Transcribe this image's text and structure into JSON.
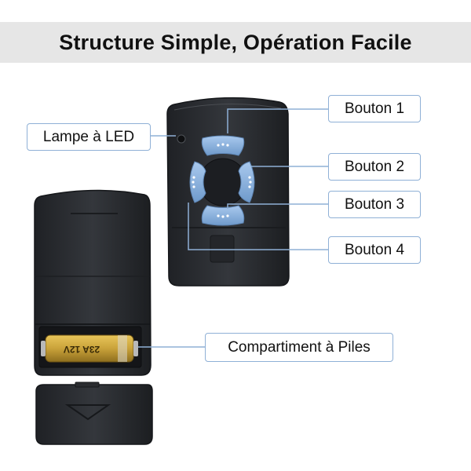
{
  "title": "Structure Simple, Opération Facile",
  "labels": {
    "led": "Lampe à LED",
    "button1": "Bouton 1",
    "button2": "Bouton 2",
    "button3": "Bouton 3",
    "button4": "Bouton 4",
    "battery": "Compartiment à Piles"
  },
  "battery_text": "23A 12V",
  "colors": {
    "title_bar": "#e6e6e6",
    "callout_border": "#8fb0d6",
    "remote_body": "#2b2d31",
    "button_blue": "#8eb6e3",
    "battery_gold": "#c9a23a"
  }
}
